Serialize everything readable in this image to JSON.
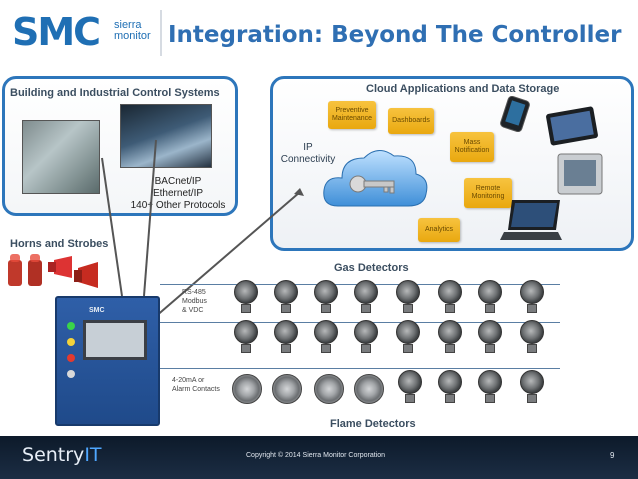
{
  "header": {
    "logo_text": "SMC",
    "logo_sub_line1": "sierra",
    "logo_sub_line2": "monitor",
    "title": "Integration: Beyond The Controller"
  },
  "building_panel": {
    "title": "Building and Industrial Control Systems",
    "protocols": [
      "BACnet/IP",
      "Ethernet/IP",
      "140+ Other Protocols"
    ]
  },
  "cloud_panel": {
    "title": "Cloud Applications and  Data Storage",
    "ip_label_line1": "IP",
    "ip_label_line2": "Connectivity",
    "apps": [
      {
        "label_line1": "Preventive",
        "label_line2": "Maintenance"
      },
      {
        "label_line1": "Dashboards",
        "label_line2": ""
      },
      {
        "label_line1": "Mass",
        "label_line2": "Notification"
      },
      {
        "label_line1": "Remote",
        "label_line2": "Monitoring"
      },
      {
        "label_line1": "Analytics",
        "label_line2": ""
      }
    ]
  },
  "field": {
    "horns_label": "Horns and Strobes",
    "gas_label": "Gas Detectors",
    "flame_label": "Flame Detectors",
    "rs485_line1": "RS-485",
    "rs485_line2": "Modbus",
    "rs485_line3": "& VDC",
    "analog_line1": "4-20mA or",
    "analog_line2": "Alarm Contacts",
    "controller_brand": "SMC"
  },
  "footer": {
    "brand_prefix": "S",
    "brand_rest": "entry",
    "brand_suffix": "IT",
    "copyright": "Copyright © 2014 Sierra Monitor Corporation",
    "page_number": "9"
  },
  "colors": {
    "title_blue": "#2f6fb3",
    "panel_border": "#2d76bb",
    "sticky_note": "#f2b728",
    "footer_bg": "#13243a"
  }
}
